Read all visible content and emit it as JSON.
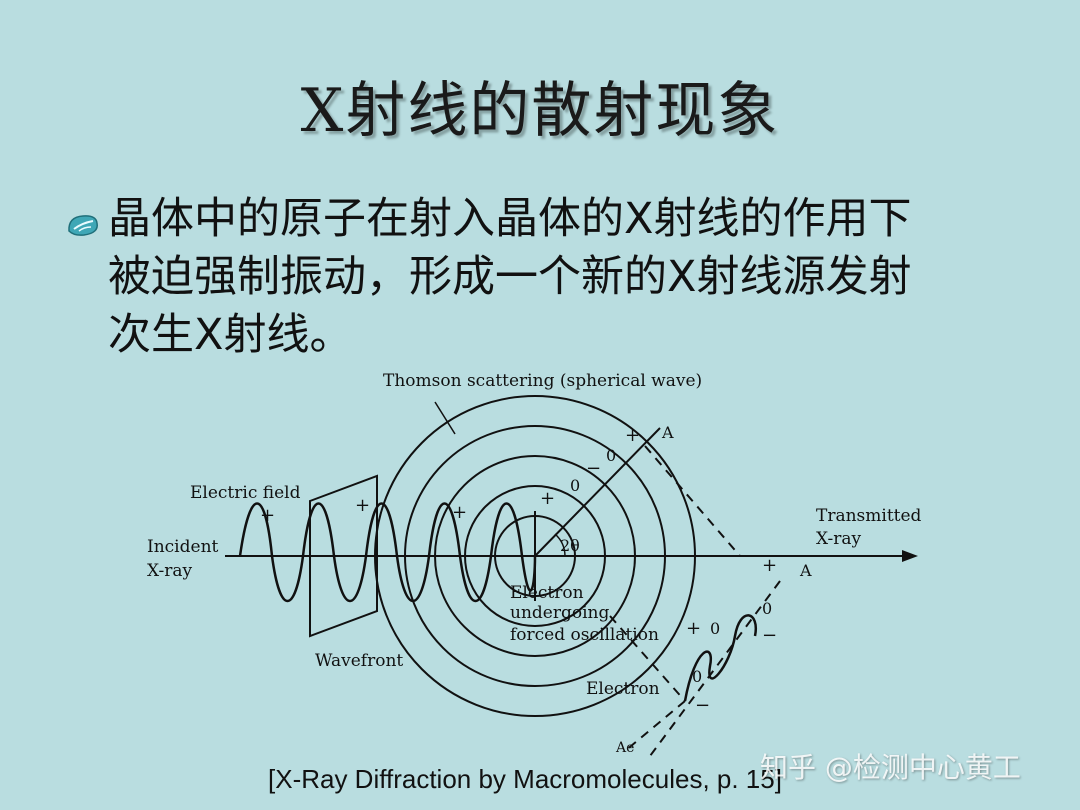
{
  "slide": {
    "title": "X射线的散射现象",
    "bullet_lines": [
      "晶体中的原子在射入晶体的X射线的作用下",
      "被迫强制振动，形成一个新的X射线源发射",
      "次生X射线。"
    ],
    "bullet_icon": "leaf-bullet-icon",
    "citation": "[X-Ray Diffraction by Macromolecules, p. 15]",
    "watermark": "知乎 @检测中心黄工"
  },
  "diagram": {
    "label_thomson": "Thomson scattering (spherical wave)",
    "label_electric_field": "Electric field",
    "label_incident_1": "Incident",
    "label_incident_2": "X-ray",
    "label_wavefront": "Wavefront",
    "label_transmitted_1": "Transmitted",
    "label_transmitted_2": "X-ray",
    "label_electron_1": "Electron",
    "label_electron_2": "undergoing",
    "label_electron_3": "forced oscillation",
    "label_electron_lower": "Electron",
    "label_angle": "2θ",
    "label_a_top": "A",
    "label_a_right": "A",
    "label_ae": "Ae",
    "sign_plus": "+",
    "sign_minus": "−",
    "sign_zero": "0"
  }
}
